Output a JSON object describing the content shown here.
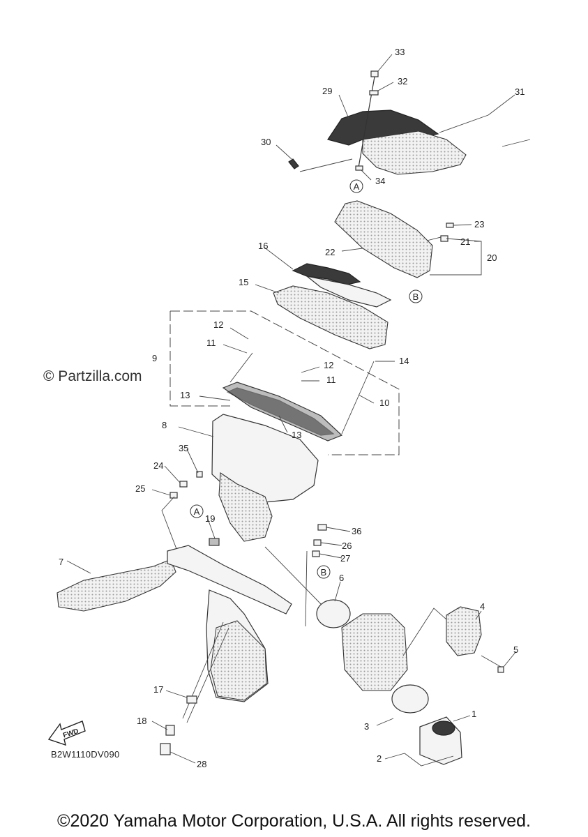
{
  "watermark": "© Partzilla.com",
  "diagram_code": "B2W1110DV090",
  "copyright": "©2020 Yamaha Motor Corporation, U.S.A. All rights reserved.",
  "fwd_label": "FWD",
  "callouts": {
    "A": "A",
    "B": "B"
  },
  "parts": {
    "p1": "1",
    "p2": "2",
    "p3": "3",
    "p4": "4",
    "p5": "5",
    "p6": "6",
    "p7": "7",
    "p8": "8",
    "p9": "9",
    "p10": "10",
    "p11a": "11",
    "p11b": "11",
    "p12a": "12",
    "p12b": "12",
    "p13a": "13",
    "p13b": "13",
    "p14": "14",
    "p15": "15",
    "p16": "16",
    "p17": "17",
    "p18": "18",
    "p19": "19",
    "p20": "20",
    "p21": "21",
    "p22": "22",
    "p23": "23",
    "p24": "24",
    "p25": "25",
    "p26": "26",
    "p27": "27",
    "p28": "28",
    "p29": "29",
    "p30": "30",
    "p31": "31",
    "p32": "32",
    "p33": "33",
    "p34": "34",
    "p35": "35",
    "p36": "36"
  }
}
